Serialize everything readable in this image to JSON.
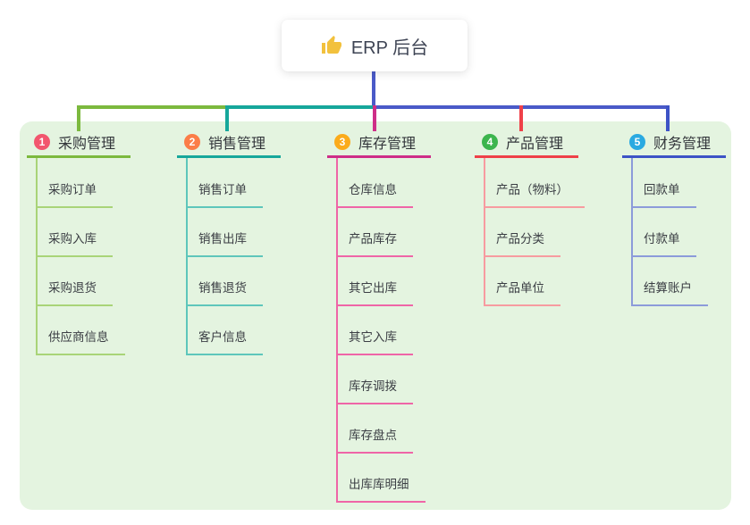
{
  "root": {
    "label": "ERP 后台",
    "icon": "thumbs-up-icon",
    "icon_color": "#f2c13d"
  },
  "panel": {
    "background": "#e4f4e0"
  },
  "connectors": {
    "root_stem_color": "#4a5ac8"
  },
  "branches": [
    {
      "badge": "1",
      "label": "采购管理",
      "badge_color": "#f2566e",
      "line_color": "#7cb93e",
      "child_line_color": "#a9d478",
      "children": [
        "采购订单",
        "采购入库",
        "采购退货",
        "供应商信息"
      ]
    },
    {
      "badge": "2",
      "label": "销售管理",
      "badge_color": "#fb7d48",
      "line_color": "#16a79b",
      "child_line_color": "#5ec6bb",
      "children": [
        "销售订单",
        "销售出库",
        "销售退货",
        "客户信息"
      ]
    },
    {
      "badge": "3",
      "label": "库存管理",
      "badge_color": "#fbab1b",
      "line_color": "#ce2e88",
      "child_line_color": "#ef65a7",
      "children": [
        "仓库信息",
        "产品库存",
        "其它出库",
        "其它入库",
        "库存调拨",
        "库存盘点",
        "出库库明细"
      ]
    },
    {
      "badge": "4",
      "label": "产品管理",
      "badge_color": "#3cb54d",
      "line_color": "#ef4149",
      "child_line_color": "#f79ba0",
      "children": [
        "产品（物料）",
        "产品分类",
        "产品单位"
      ]
    },
    {
      "badge": "5",
      "label": "财务管理",
      "badge_color": "#2aa9e1",
      "line_color": "#3d53c6",
      "child_line_color": "#8c9bda",
      "children": [
        "回款单",
        "付款单",
        "结算账户"
      ]
    }
  ]
}
